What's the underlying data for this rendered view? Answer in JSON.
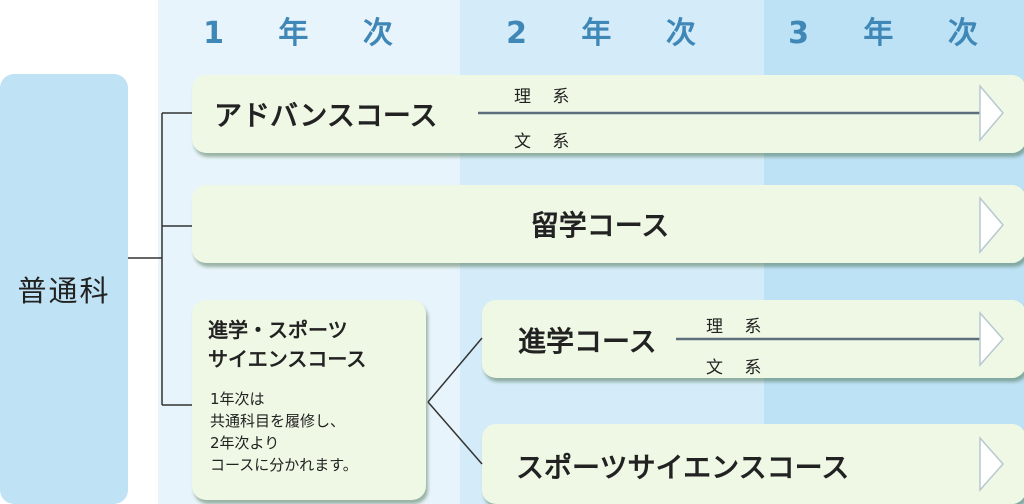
{
  "years": [
    "1 年 次",
    "2 年 次",
    "3 年 次"
  ],
  "department": "普通科",
  "courses": {
    "advance": "アドバンスコース",
    "ryugaku": "留学コース",
    "shingaku": "進学コース",
    "sports": "スポーツサイエンスコース"
  },
  "branches": {
    "rikei": "理 系",
    "bunkei": "文 系"
  },
  "shingaku_sports": {
    "title_line1": "進学・スポーツ",
    "title_line2": "サイエンスコース",
    "note_line1": "1年次は",
    "note_line2": "共通科目を履修し、",
    "note_line3": "2年次より",
    "note_line4": "コースに分かれます。"
  },
  "colors": {
    "year_text": "#3f87b6",
    "col1_bg": "#e8f4fb",
    "col2_bg": "#d4ecf9",
    "col3_bg": "#bde1f5",
    "dept_bg": "#bfe3f5",
    "course_bg": "#eef8e4",
    "arrow": "#ffffff"
  }
}
